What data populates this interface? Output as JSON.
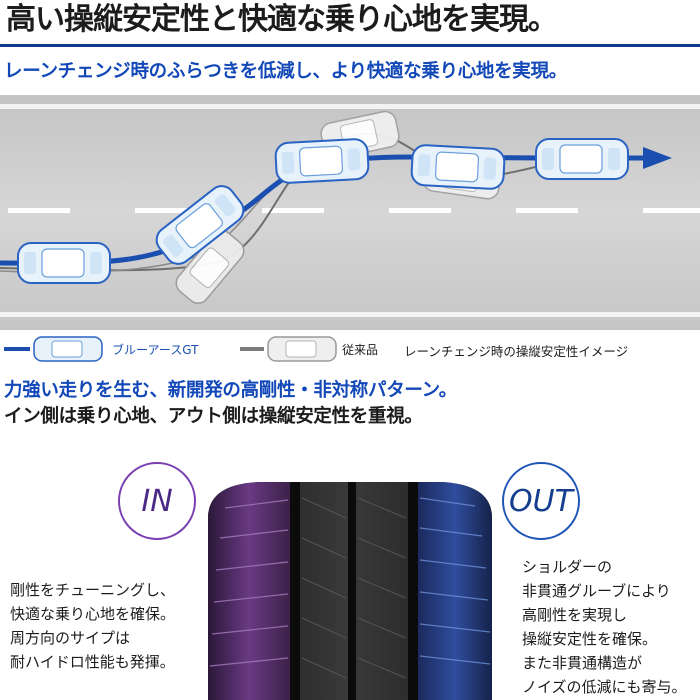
{
  "header": {
    "title": "高い操縦安定性と快適な乗り心地を実現。",
    "subtitle": "レーンチェンジ時のふらつきを低減し、より快適な乗り心地を実現。"
  },
  "legend": {
    "product_label": "ブルーアースGT",
    "conventional_label": "従来品",
    "caption": "レーンチェンジ時の操縦安定性イメージ"
  },
  "section2": {
    "title": "力強い走りを生む、新開発の高剛性・非対称パターン。",
    "subtitle": "イン側は乗り心地、アウト側は操縦安定性を重視。"
  },
  "badges": {
    "in_label": "IN",
    "out_label": "OUT"
  },
  "descriptions": {
    "in_lines": [
      "剛性をチューニングし、",
      "快適な乗り心地を確保。",
      "周方向のサイプは",
      "耐ハイドロ性能も発揮。"
    ],
    "out_lines": [
      "ショルダーの",
      "非貫通グルーブにより",
      "高剛性を実現し",
      "操縦安定性を確保。",
      "また非貫通構造が",
      "ノイズの低減にも寄与。"
    ]
  },
  "colors": {
    "brand_blue": "#1348b8",
    "path_blue": "#1a4fb0",
    "conventional_gray": "#7d7d7d",
    "in_purple": "#7a3fb0",
    "out_blue": "#1f57b8"
  }
}
